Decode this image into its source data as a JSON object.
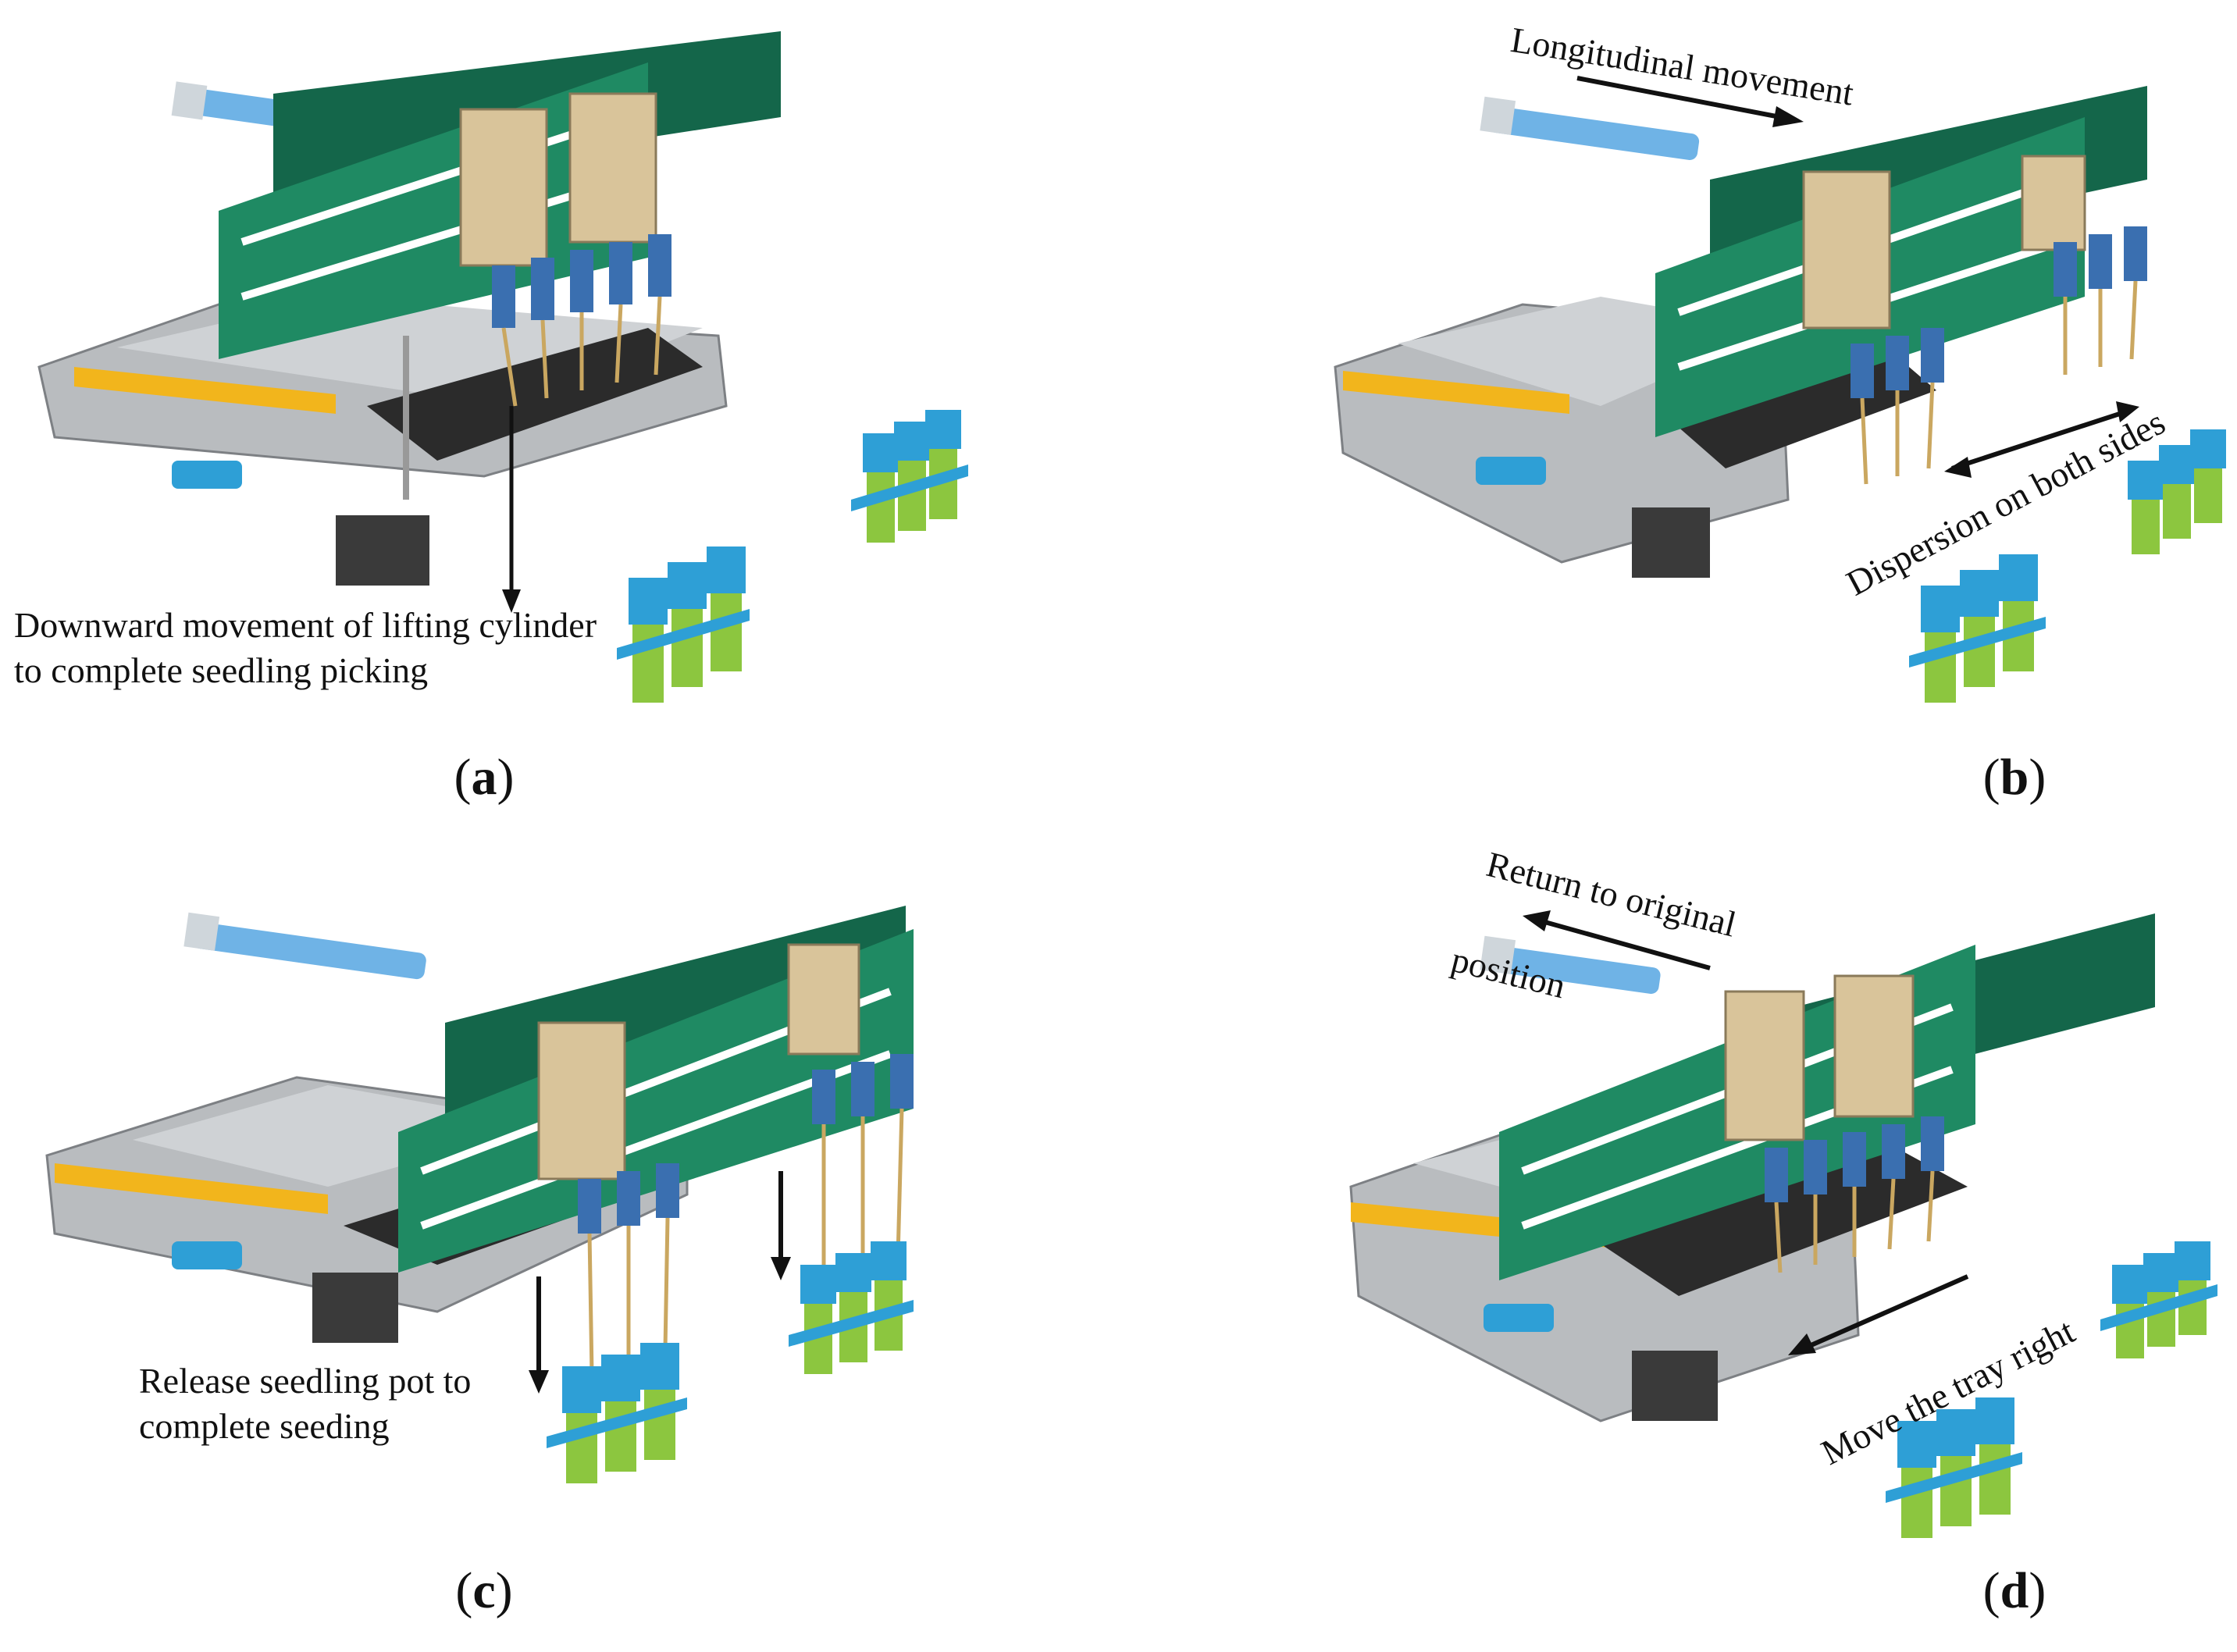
{
  "figure": {
    "panels": [
      {
        "id": "a",
        "label": "a",
        "annotations": [
          "Downward movement of lifting cylinder",
          "to complete seedling picking"
        ]
      },
      {
        "id": "b",
        "label": "b",
        "annotations": [
          "Longitudinal movement",
          "Dispersion on both sides"
        ]
      },
      {
        "id": "c",
        "label": "c",
        "annotations": [
          "Release seedling pot to",
          "complete seeding"
        ]
      },
      {
        "id": "d",
        "label": "d",
        "annotations": [
          "Return to original",
          "position",
          "Move the tray right"
        ]
      }
    ]
  },
  "colors": {
    "rail_green": "#1f8a63",
    "rail_dark": "#14664a",
    "frame_gray": "#b9bcbf",
    "belt_yellow": "#f2b51c",
    "tray_dark": "#2b2b2b",
    "cylinder_blue": "#6fb3e6",
    "pot_blue": "#2e9fd6",
    "pot_green": "#8cc63f",
    "carriage_tan": "#d9c49a",
    "motor_dark": "#3a3a3a"
  }
}
